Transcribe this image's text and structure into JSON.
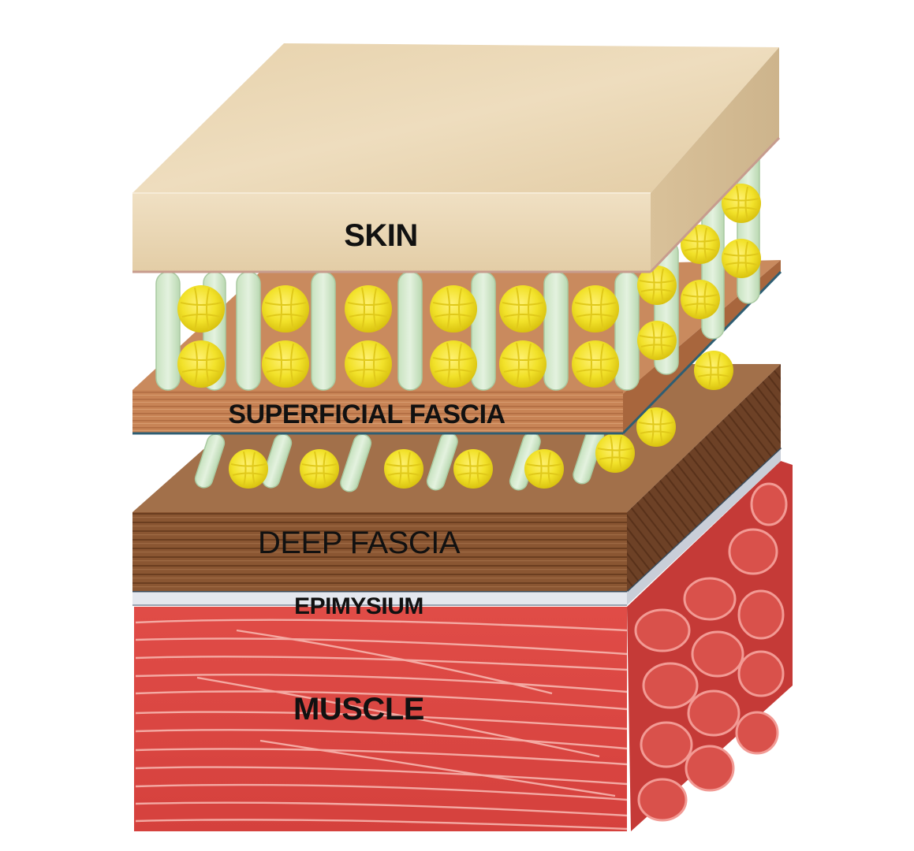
{
  "labels": {
    "skin": "SKIN",
    "superficial_fascia": "SUPERFICIAL FASCIA",
    "deep_fascia": "DEEP FASCIA",
    "epimysium": "EPIMYSIUM",
    "muscle": "MUSCLE"
  },
  "colors": {
    "skin": "#E9D7B4",
    "superficial_fascia": "#C68257",
    "deep_fascia": "#7A4A2A",
    "epimysium": "#E4E7EE",
    "muscle": "#D94A45",
    "fibers": "#D6EACF",
    "fat_lobules": "#F2E22A"
  }
}
